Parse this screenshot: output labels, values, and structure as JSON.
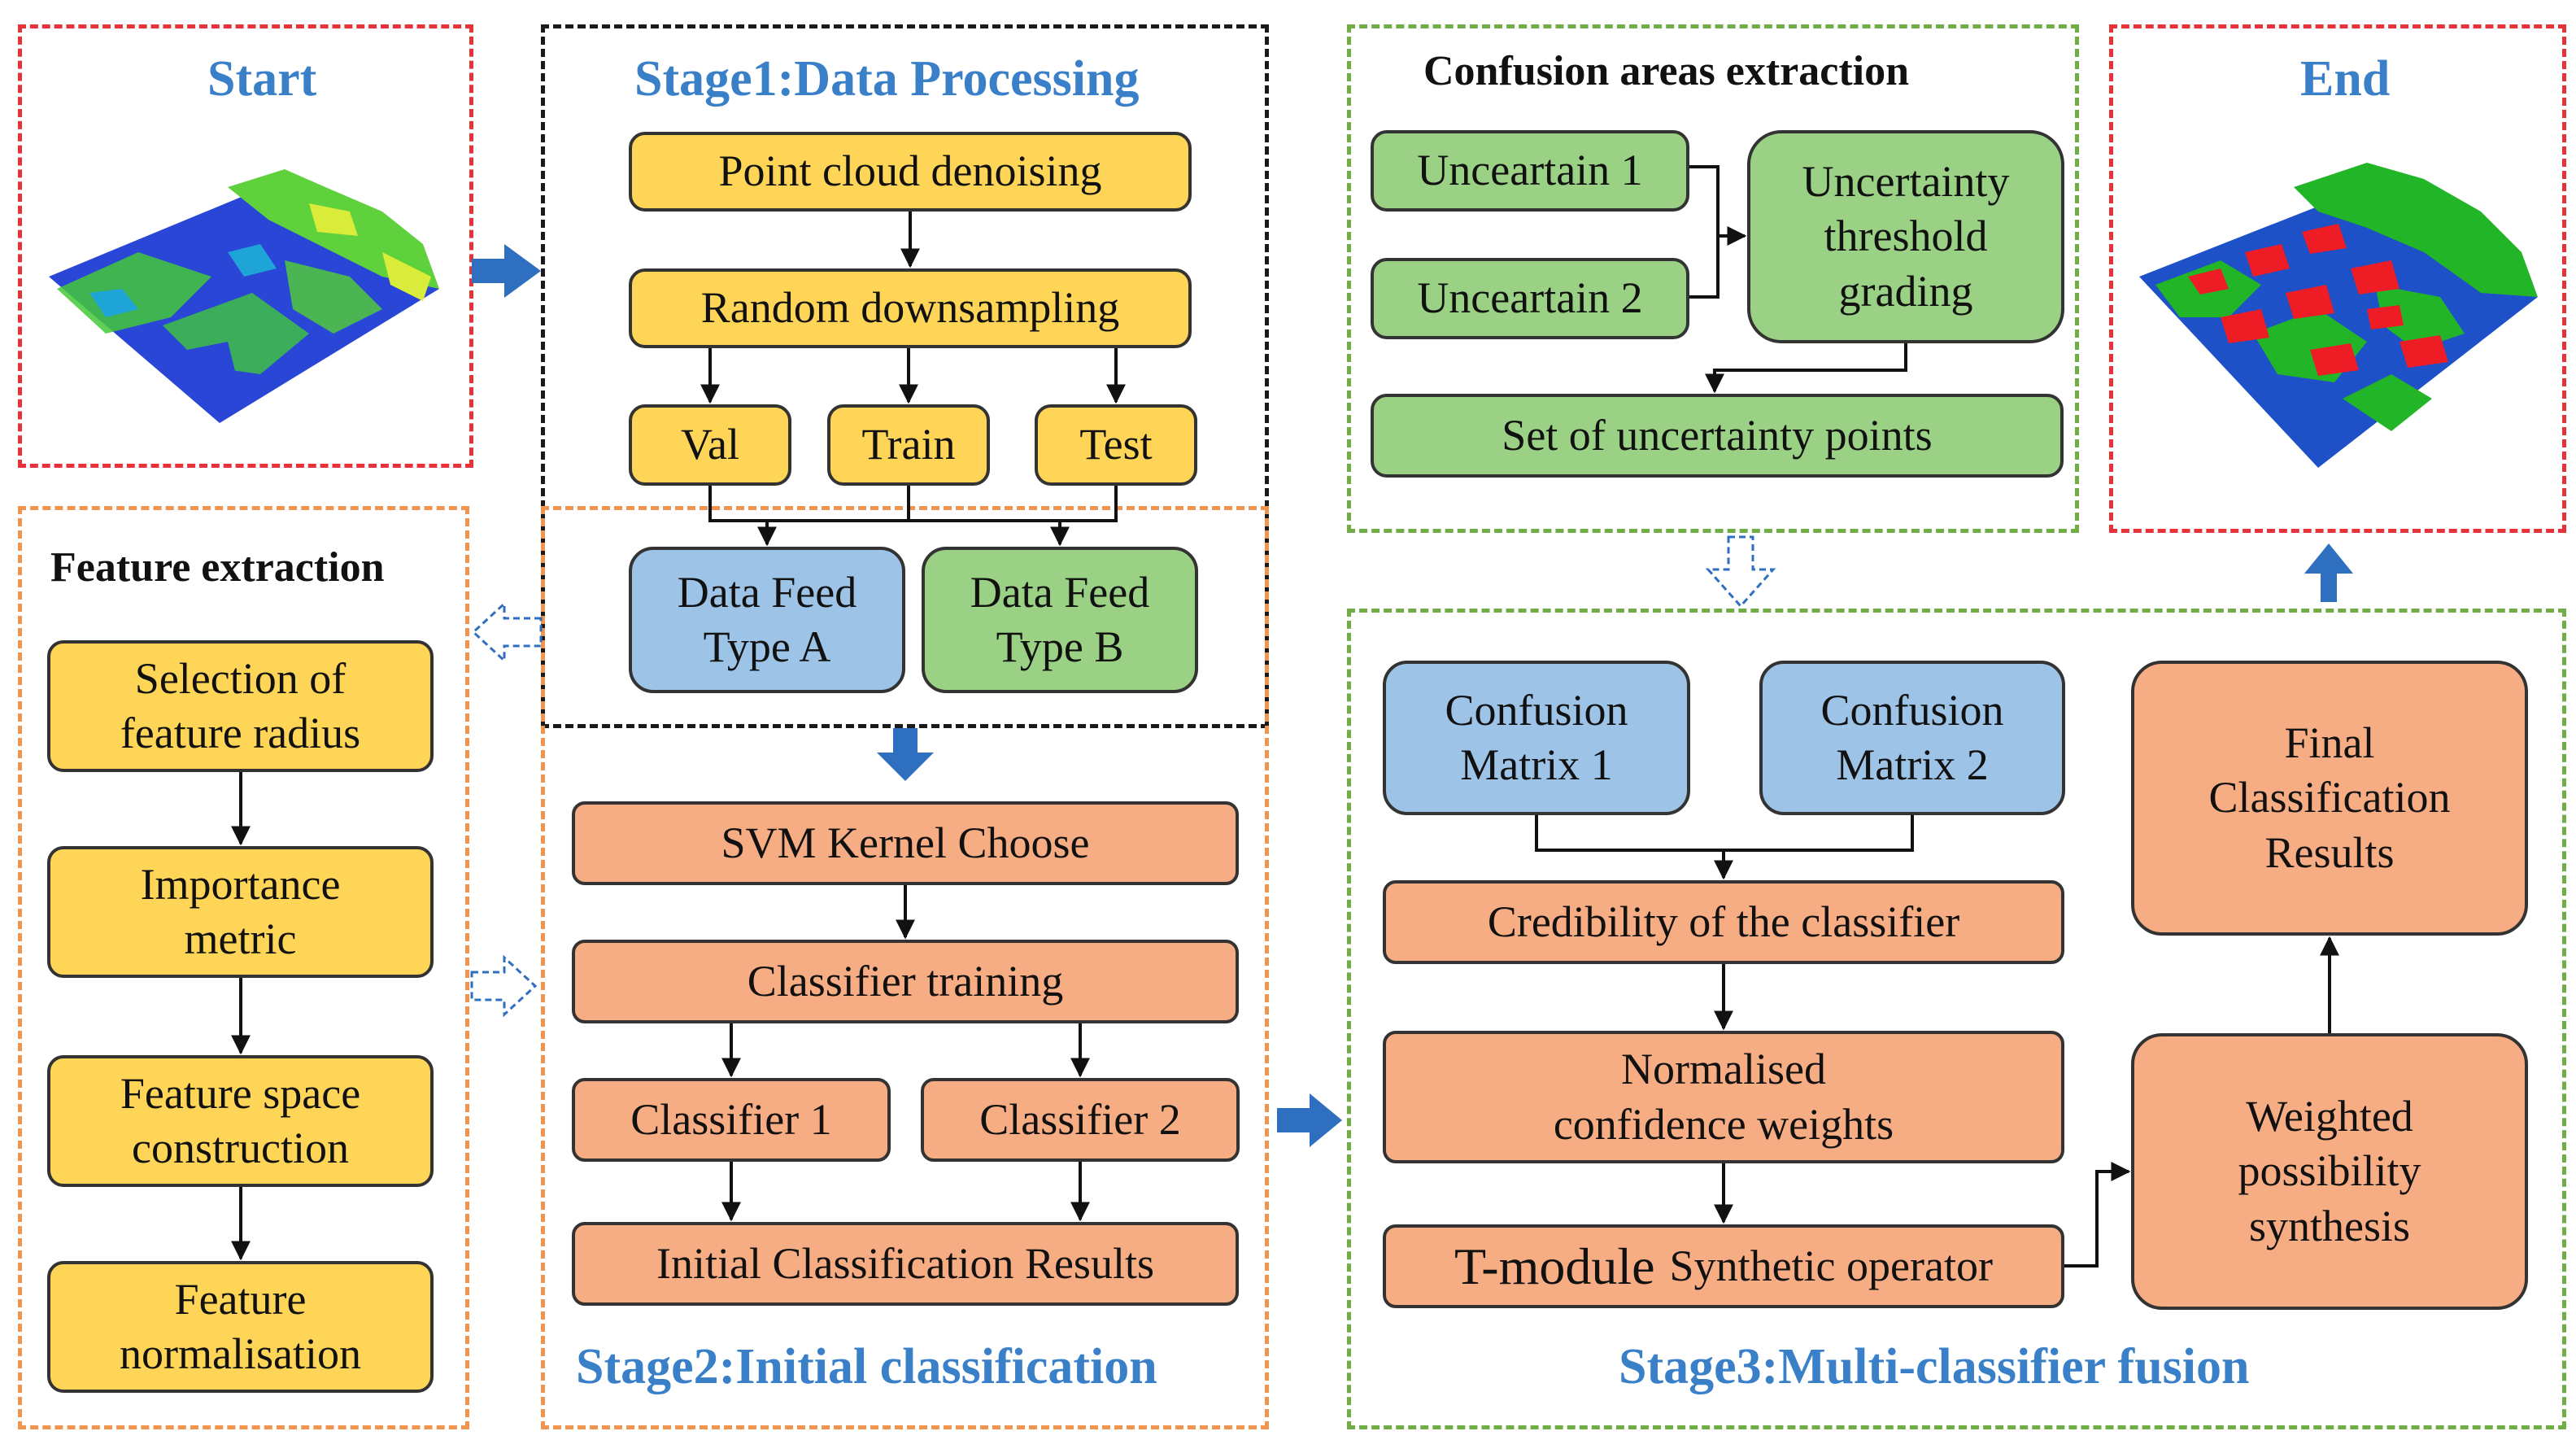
{
  "regions": {
    "start": "Start",
    "end": "End",
    "stage1": "Stage1:Data Processing",
    "stage2": "Stage2:Initial classification",
    "stage3": "Stage3:Multi-classifier fusion",
    "feature": "Feature extraction",
    "confusion": "Confusion areas extraction"
  },
  "stage1": {
    "denoise": "Point cloud denoising",
    "downsample": "Random downsampling",
    "val": "Val",
    "train": "Train",
    "test": "Test",
    "feedA_1": "Data Feed",
    "feedA_2": "Type A",
    "feedB_1": "Data Feed",
    "feedB_2": "Type B"
  },
  "feature": {
    "radius_1": "Selection of",
    "radius_2": "feature radius",
    "importance_1": "Importance",
    "importance_2": "metric",
    "space_1": "Feature space",
    "space_2": "construction",
    "norm_1": "Feature",
    "norm_2": "normalisation"
  },
  "stage2": {
    "svm": "SVM Kernel Choose",
    "training": "Classifier training",
    "c1": "Classifier 1",
    "c2": "Classifier 2",
    "initial": "Initial Classification Results"
  },
  "confusion": {
    "u1": "Unceartain 1",
    "u2": "Unceartain 2",
    "thr_1": "Uncertainty",
    "thr_2": "threshold",
    "thr_3": "grading",
    "set": "Set of uncertainty points"
  },
  "stage3": {
    "cm1_1": "Confusion",
    "cm1_2": "Matrix 1",
    "cm2_1": "Confusion",
    "cm2_2": "Matrix 2",
    "cred": "Credibility of the classifier",
    "norm_1": "Normalised",
    "norm_2": "confidence weights",
    "tmod_a": "T-module",
    "tmod_b": "Synthetic operator",
    "weighted_1": "Weighted",
    "weighted_2": "possibility",
    "weighted_3": "synthesis",
    "final_1": "Final",
    "final_2": "Classification",
    "final_3": "Results"
  },
  "colors": {
    "heading": "#3a80c8",
    "yellow": "#ffd557",
    "blue": "#9dc3e6",
    "green": "#9ad184",
    "orange": "#f7ad83",
    "arrow_blue": "#2f6fc0"
  },
  "icons": [
    "point-cloud-start-image",
    "point-cloud-end-image",
    "block-arrow-right",
    "block-arrow-down",
    "block-arrow-up",
    "hollow-arrow-left",
    "hollow-arrow-right",
    "hollow-arrow-down"
  ]
}
